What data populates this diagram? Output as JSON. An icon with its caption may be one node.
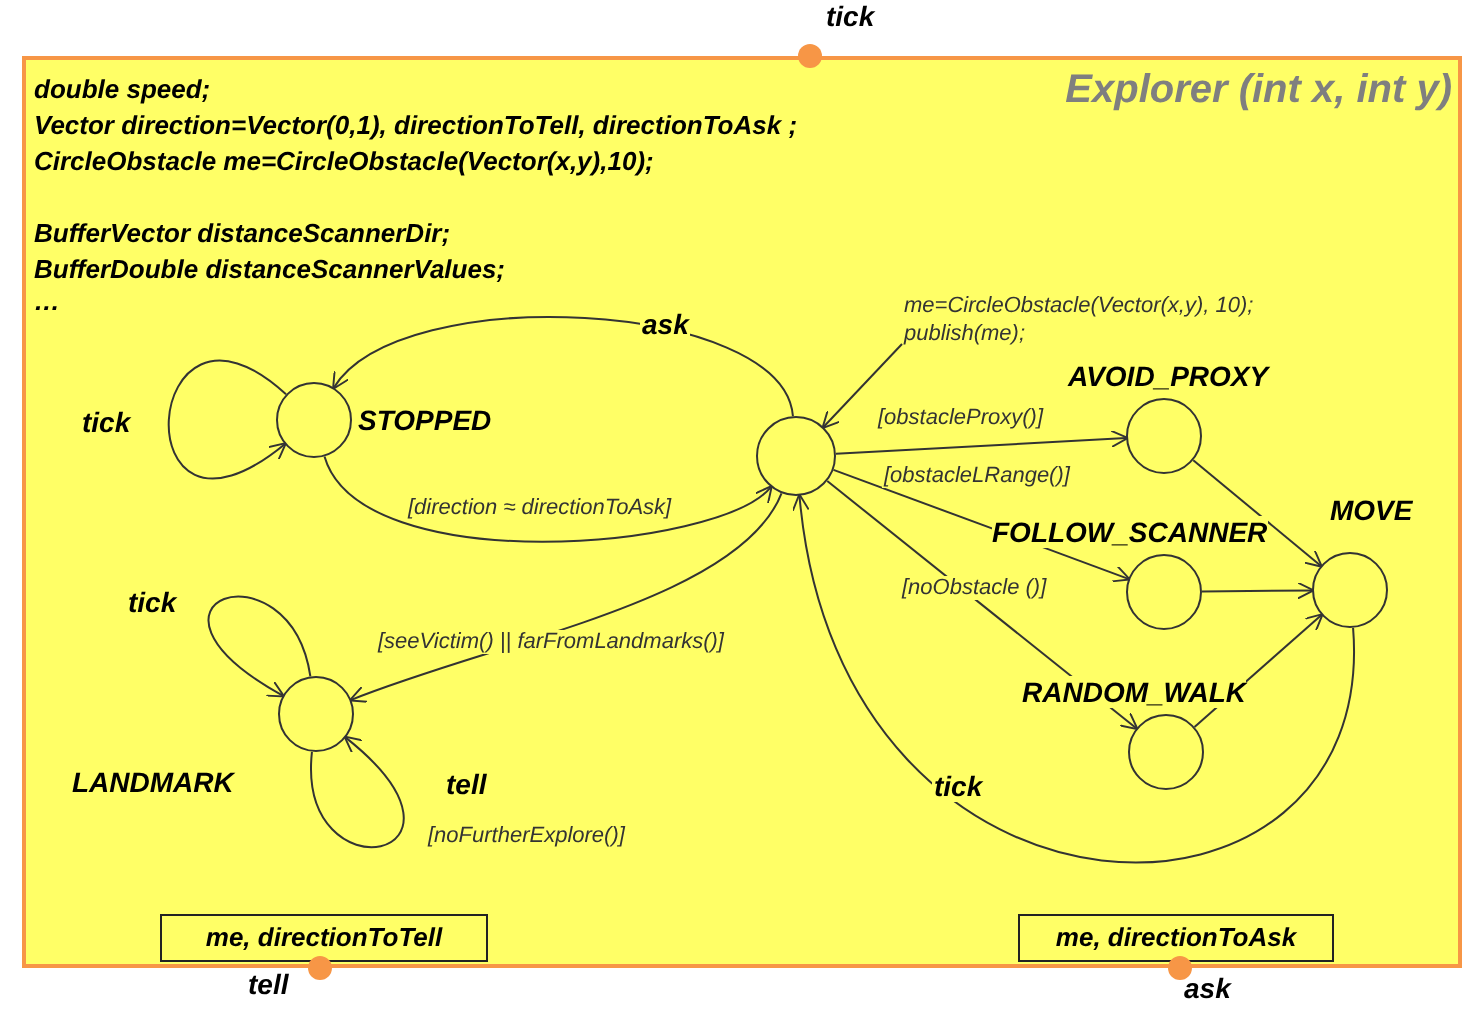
{
  "diagram": {
    "nodes": [
      {
        "text": [
          "Explorer (int x, int y)"
        ]
      },
      {
        "text": [],
        "shape": "circle",
        "beside": [
          "tick"
        ]
      },
      {
        "text": [
          "STOPPED"
        ],
        "in": 0
      },
      {
        "text": [],
        "shape": "circle",
        "in": 0
      },
      {
        "text": [
          "me=CircleObstacle(Vector(x,y), 10); publish(me);"
        ],
        "in": 0
      },
      {
        "text": [
          "AVOID_PROXY"
        ],
        "in": 0
      },
      {
        "text": [
          "FOLLOW_SCANNER"
        ],
        "in": 0
      },
      {
        "text": [
          "MOVE"
        ],
        "in": 0
      },
      {
        "text": [
          "RANDOM_WALK"
        ],
        "in": 0
      },
      {
        "text": [
          "LANDMARK"
        ],
        "in": 0
      },
      {
        "text": [
          "me, directionToTell"
        ],
        "in": 0
      },
      {
        "text": [
          "me, directionToAsk"
        ],
        "in": 0
      },
      {
        "text": [],
        "shape": "circle",
        "beside": [
          "tell"
        ]
      },
      {
        "text": [],
        "shape": "circle",
        "beside": [
          "ask"
        ]
      }
    ],
    "edges": [
      {
        "from": 3,
        "to": 2,
        "arrow": "to",
        "label": "ask"
      },
      {
        "from": 2,
        "to": 2,
        "arrow": "to",
        "label": "tick"
      },
      {
        "from": 2,
        "to": 3,
        "arrow": "to",
        "label": "[direction ≈ directionToAsk]"
      },
      {
        "from": 3,
        "to": 9,
        "arrow": "to",
        "label": "[seeVictim() || farFromLandmarks()]"
      },
      {
        "from": 9,
        "to": 9,
        "arrow": "to",
        "label": "tick"
      },
      {
        "from": 9,
        "to": 9,
        "arrow": "to",
        "label": "tell"
      },
      {
        "from": 4,
        "to": 3,
        "arrow": "to"
      },
      {
        "from": 3,
        "to": 5,
        "arrow": "to",
        "label": "[obstacleProxy()]"
      },
      {
        "from": 3,
        "to": 6,
        "arrow": "to",
        "label": "[obstacleLRange()]"
      },
      {
        "from": 3,
        "to": 8,
        "arrow": "to",
        "label": "[noObstacle ()]"
      },
      {
        "from": 5,
        "to": 7,
        "arrow": "to"
      },
      {
        "from": 6,
        "to": 7,
        "arrow": "to"
      },
      {
        "from": 8,
        "to": 7,
        "arrow": "to"
      },
      {
        "from": 7,
        "to": 3,
        "arrow": "to",
        "label": "tick"
      }
    ],
    "labels": [
      "double speed;",
      "Vector direction=Vector(0,1), directionToTell, directionToAsk ;",
      "CircleObstacle me=CircleObstacle(Vector(x,y),10);",
      "BufferVector distanceScannerDir;",
      "BufferDouble distanceScannerValues;",
      "…",
      "[noFurtherExplore()]"
    ]
  }
}
